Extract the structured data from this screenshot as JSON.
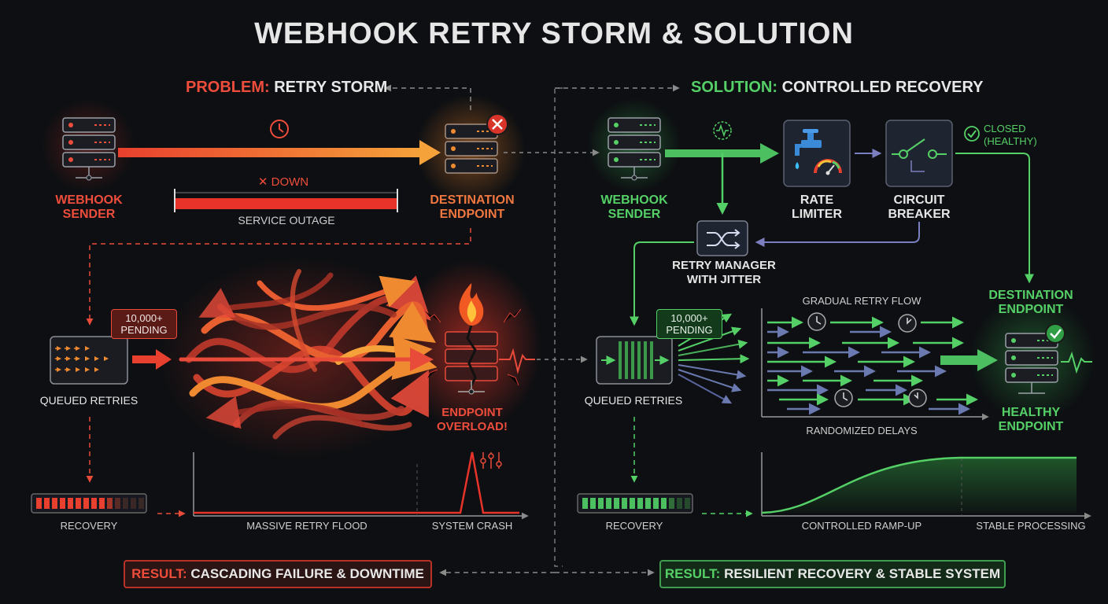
{
  "title": "WEBHOOK RETRY STORM & SOLUTION",
  "problem": {
    "header_prefix": "PROBLEM:",
    "header_text": "RETRY STORM",
    "sender_label": "WEBHOOK SENDER",
    "destination_label": "DESTINATION ENDPOINT",
    "down_label": "✕ DOWN",
    "outage_label": "SERVICE OUTAGE",
    "pending_badge": "10,000+ PENDING",
    "queue_label": "QUEUED RETRIES",
    "overload_label": "ENDPOINT OVERLOAD!",
    "recovery_label": "RECOVERY",
    "flood_label": "MASSIVE RETRY FLOOD",
    "crash_label": "SYSTEM CRASH",
    "result_prefix": "RESULT:",
    "result_text": "CASCADING FAILURE & DOWNTIME"
  },
  "solution": {
    "header_prefix": "SOLUTION:",
    "header_text": "CONTROLLED RECOVERY",
    "sender_label": "WEBHOOK SENDER",
    "rate_limiter_label": "RATE LIMITER",
    "circuit_breaker_label": "CIRCUIT BREAKER",
    "closed_label": "CLOSED (HEALTHY)",
    "retry_manager_label": "RETRY MANAGER WITH JITTER",
    "gradual_label": "GRADUAL RETRY FLOW",
    "randomized_label": "RANDOMIZED DELAYS",
    "destination_label": "DESTINATION ENDPOINT",
    "healthy_label": "HEALTHY ENDPOINT",
    "pending_badge": "10,000+ PENDING",
    "queue_label": "QUEUED RETRIES",
    "recovery_label": "RECOVERY",
    "ramp_label": "CONTROLLED RAMP-UP",
    "stable_label": "STABLE PROCESSING",
    "result_prefix": "RESULT:",
    "result_text": "RESILIENT RECOVERY & STABLE SYSTEM"
  },
  "colors": {
    "red": "#ef4d3c",
    "orange": "#f08a30",
    "green": "#55d067",
    "slate": "#6b6fa8"
  },
  "icons": [
    "server-icon",
    "clock-icon",
    "error-icon",
    "fire-icon",
    "heartbeat-icon",
    "faucet-icon",
    "gauge-icon",
    "switch-icon",
    "shuffle-icon",
    "check-icon"
  ]
}
